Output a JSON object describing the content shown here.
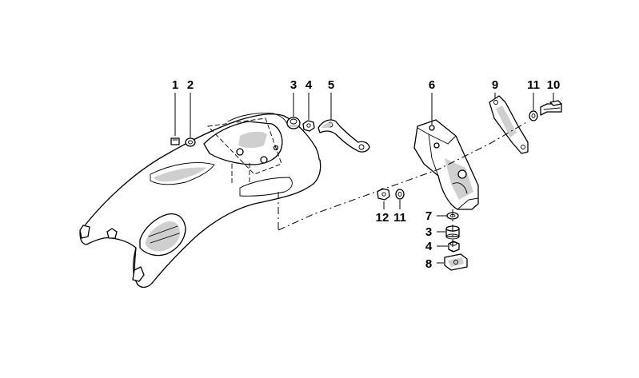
{
  "diagram": {
    "labels": [
      {
        "id": "label-1",
        "text": "1"
      },
      {
        "id": "label-2",
        "text": "2"
      },
      {
        "id": "label-3-top",
        "text": "3"
      },
      {
        "id": "label-4-top",
        "text": "4"
      },
      {
        "id": "label-5",
        "text": "5"
      },
      {
        "id": "label-6",
        "text": "6"
      },
      {
        "id": "label-9",
        "text": "9"
      },
      {
        "id": "label-11-top",
        "text": "11"
      },
      {
        "id": "label-10",
        "text": "10"
      },
      {
        "id": "label-12",
        "text": "12"
      },
      {
        "id": "label-11-bottom",
        "text": "11"
      },
      {
        "id": "label-7",
        "text": "7"
      },
      {
        "id": "label-3-bottom",
        "text": "3"
      },
      {
        "id": "label-4-bottom",
        "text": "4"
      },
      {
        "id": "label-8",
        "text": "8"
      }
    ]
  }
}
